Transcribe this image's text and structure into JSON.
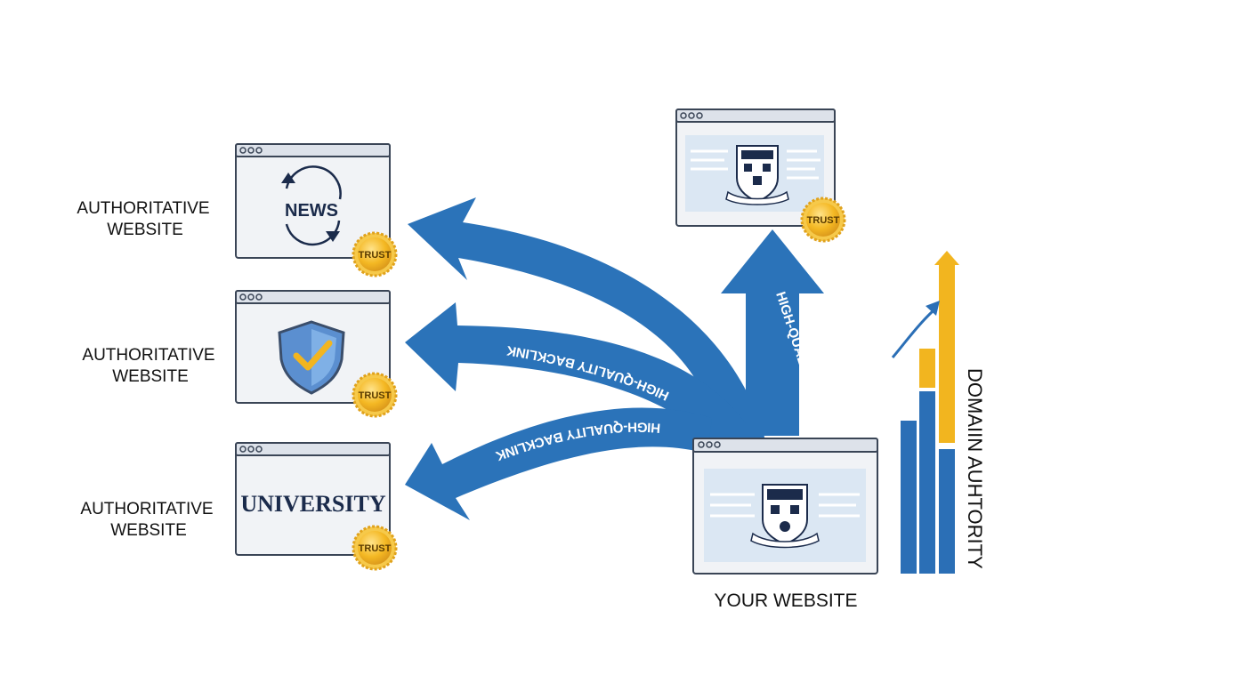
{
  "sources": [
    {
      "label_line1": "AUTHORITATIVE",
      "label_line2": "WEBSITE",
      "content": "NEWS",
      "icon": "news-cycle-icon",
      "badge": "TRUST"
    },
    {
      "label_line1": "AUTHORITATIVE",
      "label_line2": "WEBSITE",
      "content": "",
      "icon": "shield-check-icon",
      "badge": "TRUST"
    },
    {
      "label_line1": "AUTHORITATIVE",
      "label_line2": "WEBSITE",
      "content": "UNIVERSITY",
      "icon": "",
      "badge": "TRUST"
    }
  ],
  "top_site": {
    "icon": "university-crest-icon",
    "badge": "TRUST"
  },
  "arrows": [
    {
      "label": "HIGH-QUALITY BACKLINK"
    },
    {
      "label": "HIGH-QUALITY BACKLINK"
    },
    {
      "label": "HIGH-QUALITY BACKLINK"
    },
    {
      "label": "HIGH-QUALILINK"
    }
  ],
  "your_site": {
    "label": "YOUR WEBSITE",
    "icon": "university-crest-icon"
  },
  "authority": {
    "label": "DOMAIIN AUHTORITY",
    "colors": {
      "blue": "#2b6fb6",
      "gold": "#f2b51f"
    },
    "trend_icon": "trend-up-arrow-icon"
  },
  "colors": {
    "arrow": "#2b73b9",
    "window_border": "#3a4556",
    "window_fill": "#f1f3f6",
    "titlebar": "#dde2ea",
    "panel": "#dbe7f3",
    "seal": "#f4b823"
  }
}
